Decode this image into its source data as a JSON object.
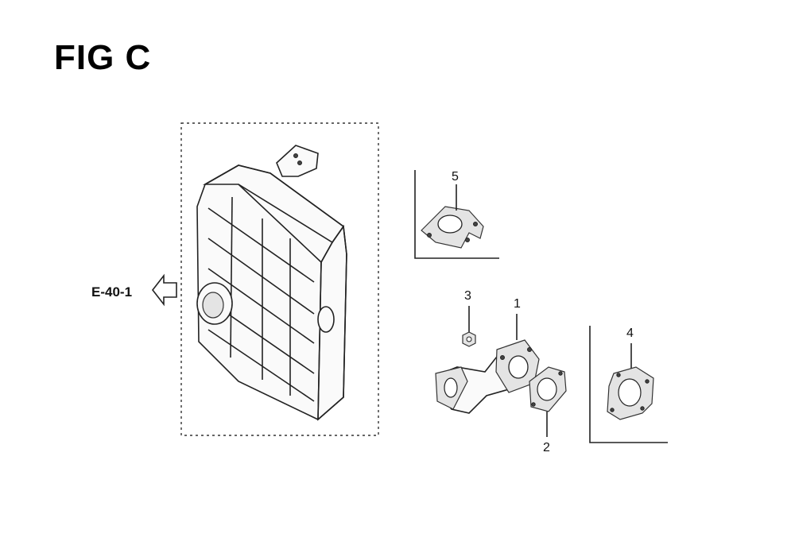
{
  "title": "FIG C",
  "reference": "E-40-1",
  "callouts": {
    "p1": "1",
    "p2": "2",
    "p3": "3",
    "p4": "4",
    "p5": "5"
  }
}
